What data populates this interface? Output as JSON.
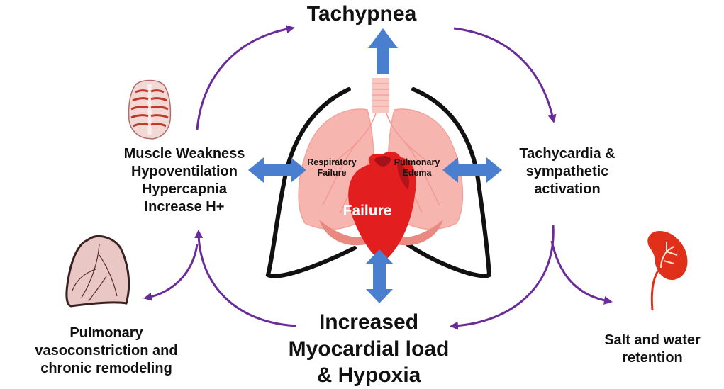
{
  "labels": {
    "top": "Tachypnea",
    "left_lines": [
      "Muscle Weakness",
      "Hypoventilation",
      "Hypercapnia",
      "Increase H+"
    ],
    "right_lines": [
      "Tachycardia &",
      "sympathetic",
      "activation"
    ],
    "bottom_lines": [
      "Increased",
      "Myocardial load",
      "& Hypoxia"
    ],
    "bottom_left_lines": [
      "Pulmonary",
      "vasoconstriction and",
      "chronic remodeling"
    ],
    "bottom_right_lines": [
      "Salt and water",
      "retention"
    ],
    "respiratory_lines": [
      "Respiratory",
      "Failure"
    ],
    "pulmonary_lines": [
      "Pulmonary",
      "Edema"
    ],
    "heart": "Failure"
  },
  "colors": {
    "cycle_arrow": "#6a2c9a",
    "double_arrow": "#4a7fcf",
    "lung": "#f7b5b0",
    "heart": "#e31e1e",
    "kidney": "#e0301a",
    "outline": "#111111"
  },
  "icons": [
    "rib-cage-icon",
    "diseased-lung-icon",
    "kidney-icon",
    "lungs-icon",
    "heart-icon"
  ]
}
